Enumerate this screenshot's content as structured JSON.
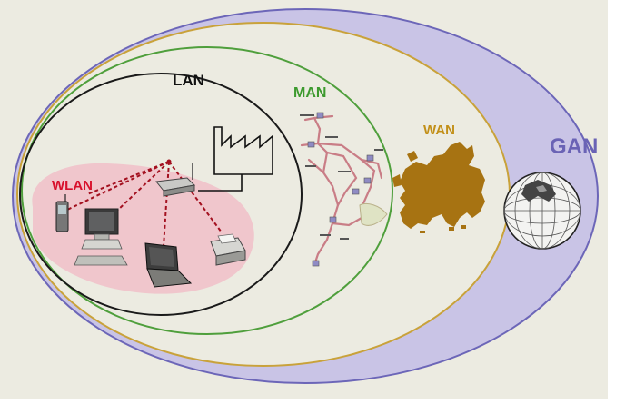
{
  "labels": {
    "gan": "GAN",
    "wan": "WAN",
    "man": "MAN",
    "lan": "LAN",
    "wlan": "WLAN"
  },
  "colors": {
    "background": "#ecebe1",
    "gan_fill": "#c9c4e6",
    "gan_stroke": "#6c66b8",
    "gan_text": "#6a63b5",
    "wan_stroke": "#c9a23a",
    "wan_text": "#c28f18",
    "man_stroke": "#4f9f3c",
    "man_text": "#3d9a2e",
    "lan_stroke": "#1a1a1a",
    "lan_text": "#111111",
    "wlan_fill": "#f0c6cc",
    "wlan_text": "#d8102c",
    "link_line": "#a3101f",
    "europe_fill": "#a77312",
    "road_color": "#c97d86",
    "globe_fill": "#f3f3f1"
  },
  "icons": {
    "phone": "mobile-phone-icon",
    "desktop": "desktop-computer-icon",
    "laptop": "laptop-icon",
    "printer": "printer-icon",
    "access_point": "wireless-access-point-icon",
    "factory": "factory-building-icon",
    "road_map": "city-road-map-icon",
    "europe": "europe-map-icon",
    "globe": "globe-icon"
  }
}
